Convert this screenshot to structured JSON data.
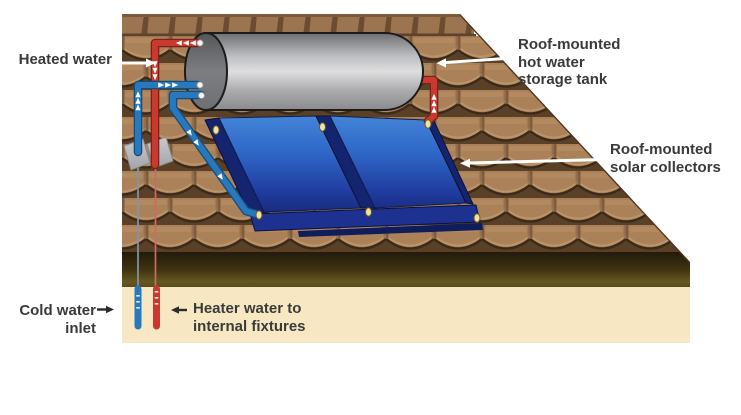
{
  "labels": {
    "heated_water": "Heated water",
    "storage_tank": "Roof-mounted\nhot water\nstorage tank",
    "solar_collectors": "Roof-mounted\nsolar collectors",
    "cold_water_inlet": "Cold water inlet",
    "heater_water_internal": "Heater water to\ninternal fixtures"
  },
  "colors": {
    "hot_water_pipe": "#c9392e",
    "cold_water_pipe": "#2878bd",
    "roof_tile": "#ab8159",
    "roof_fascia": "#3f3310",
    "wall": "#f7e8c3",
    "tank_gray": "#bdbec1",
    "collector_blue": "#2e66c6",
    "fastener_yellow": "#f1e2a2",
    "label_text": "#3a3a3a",
    "flow_arrow": "#ffffff"
  }
}
